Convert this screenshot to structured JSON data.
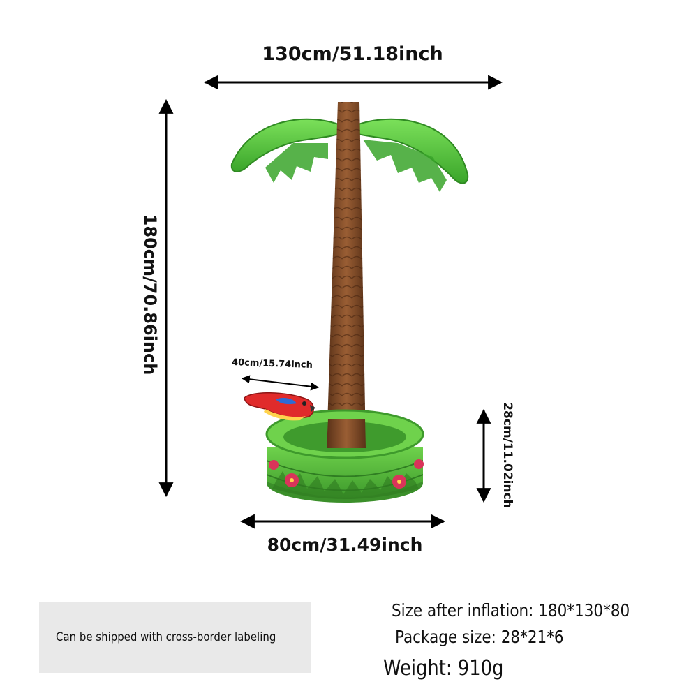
{
  "dimensions": {
    "width": "130cm/51.18inch",
    "height": "180cm/70.86inch",
    "parrot": "40cm/15.74inch",
    "pool_height": "28cm/11.02inch",
    "pool_width": "80cm/31.49inch"
  },
  "shipping_note": "Can be shipped with cross-border labeling",
  "specs": {
    "inflation": "Size after inflation: 180*130*80",
    "package": "Package size: 28*21*6",
    "weight": "Weight: 910g"
  },
  "colors": {
    "leaf": "#4cc23a",
    "trunk": "#7a4a2a",
    "pool": "#5bbf3e",
    "flower": "#d9345a",
    "parrot": "#e02b2b"
  }
}
